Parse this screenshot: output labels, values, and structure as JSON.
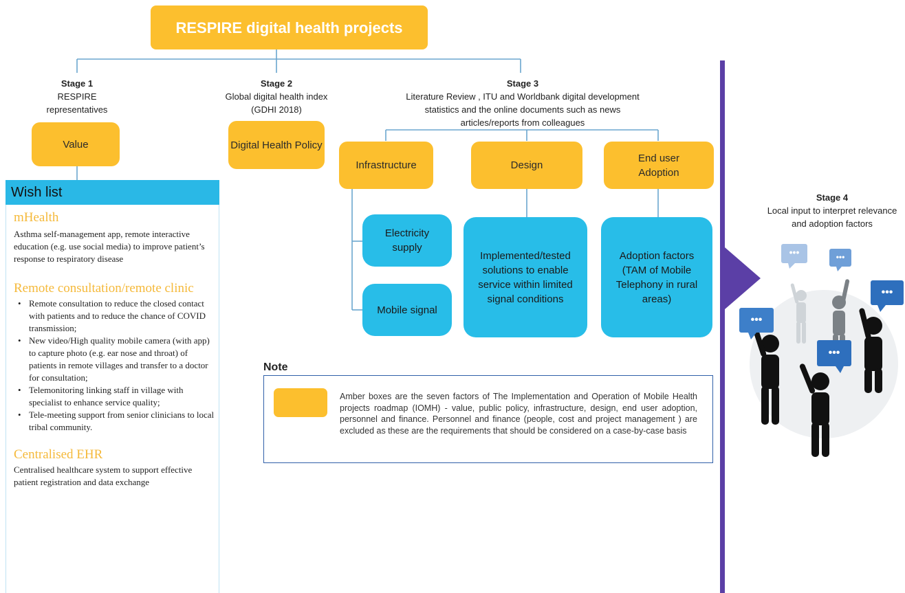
{
  "title": "RESPIRE digital health projects",
  "stage1": {
    "label": "Stage 1",
    "desc": "RESPIRE representatives",
    "box": "Value"
  },
  "stage2": {
    "label": "Stage 2",
    "desc": "Global digital health index (GDHI 2018)",
    "box": "Digital Health Policy"
  },
  "stage3": {
    "label": "Stage 3",
    "desc_line1": "Literature Review , ITU and Worldbank digital development",
    "desc_line2": "statistics and the online documents such as news",
    "desc_line3": "articles/reports from colleagues",
    "infrastructure": "Infrastructure",
    "design": "Design",
    "adoption": "End user Adoption",
    "electricity": "Electricity supply",
    "mobile_signal": "Mobile signal",
    "design_detail": "Implemented/tested solutions to enable service within limited signal conditions",
    "adoption_detail": "Adoption factors (TAM of Mobile Telephony in rural areas)"
  },
  "stage4": {
    "label": "Stage 4",
    "desc": "Local input to interpret relevance and adoption factors"
  },
  "wishlist": {
    "header": "Wish list",
    "mhealth_title": "mHealth",
    "mhealth_text": "Asthma self-management app, remote interactive education (e.g. use social media) to improve patient’s response to respiratory disease",
    "remote_title": "Remote consultation/remote clinic",
    "remote_items": [
      "Remote consultation to reduce the closed contact with patients and to reduce the chance of COVID transmission;",
      "New video/High quality mobile camera (with app) to capture photo (e.g. ear nose and throat) of patients in remote villages and transfer to a doctor for consultation;",
      "Telemonitoring linking staff in village with specialist to enhance service quality;",
      "Tele-meeting support from senior clinicians to local tribal community."
    ],
    "ehr_title": "Centralised EHR",
    "ehr_text": "Centralised healthcare system to support effective patient registration and data exchange"
  },
  "note": {
    "title": "Note",
    "text": "Amber boxes are the seven factors of The Implementation and Operation of Mobile Health projects roadmap (IOMH) - value, public policy, infrastructure, design, end user adoption, personnel and finance. Personnel and finance (people, cost and project management ) are excluded as these are the requirements that should be considered on a case-by-case basis"
  },
  "speech_bubble_text": "...",
  "colors": {
    "amber": "#fcbf2e",
    "blue": "#28bde8",
    "wishlist_header": "#2ab8e6",
    "connector": "#6aa6cf",
    "divider": "#5b3fa6",
    "note_border": "#2f5fa8"
  }
}
